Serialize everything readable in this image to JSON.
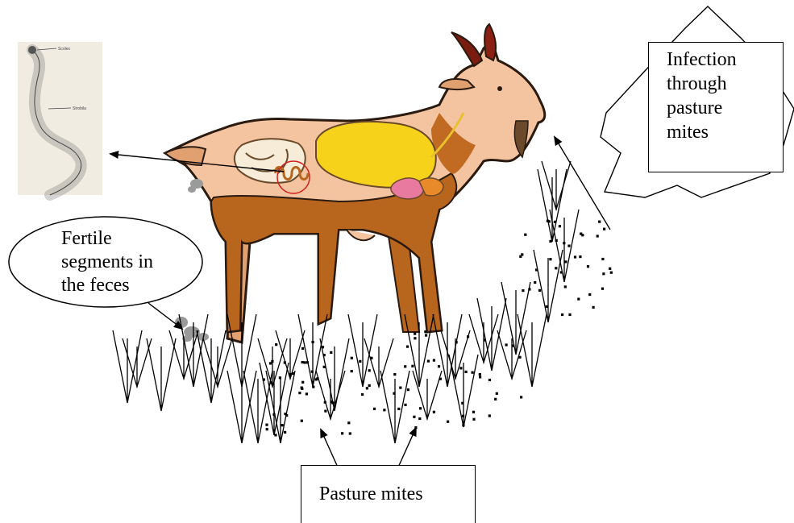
{
  "labels": {
    "infection": [
      "Infection",
      "through",
      "pasture",
      "mites"
    ],
    "fertile": [
      "Fertile",
      "segments in",
      "the feces"
    ],
    "pasture_mites": "Pasture mites"
  },
  "tapeworm_annotations": [
    "Scolex",
    "Strobila"
  ],
  "colors": {
    "goat_skin": "#f4c4a0",
    "goat_brown": "#b8651e",
    "goat_outline": "#2a1a10",
    "rumen_yellow": "#f6d21a",
    "intestine_cream": "#f7ecd8",
    "abomasum_pink": "#e87aa0",
    "liver_orange": "#e88a2a",
    "feces_gray": "#9a9a9a",
    "panel_bg": "#f1ece2"
  },
  "icons": {
    "goat": "goat-icon",
    "tapeworm": "tapeworm-icon",
    "grass": "grass-icon",
    "mites": "mite-dots-icon",
    "feces": "feces-icon",
    "burst": "starburst-icon"
  }
}
